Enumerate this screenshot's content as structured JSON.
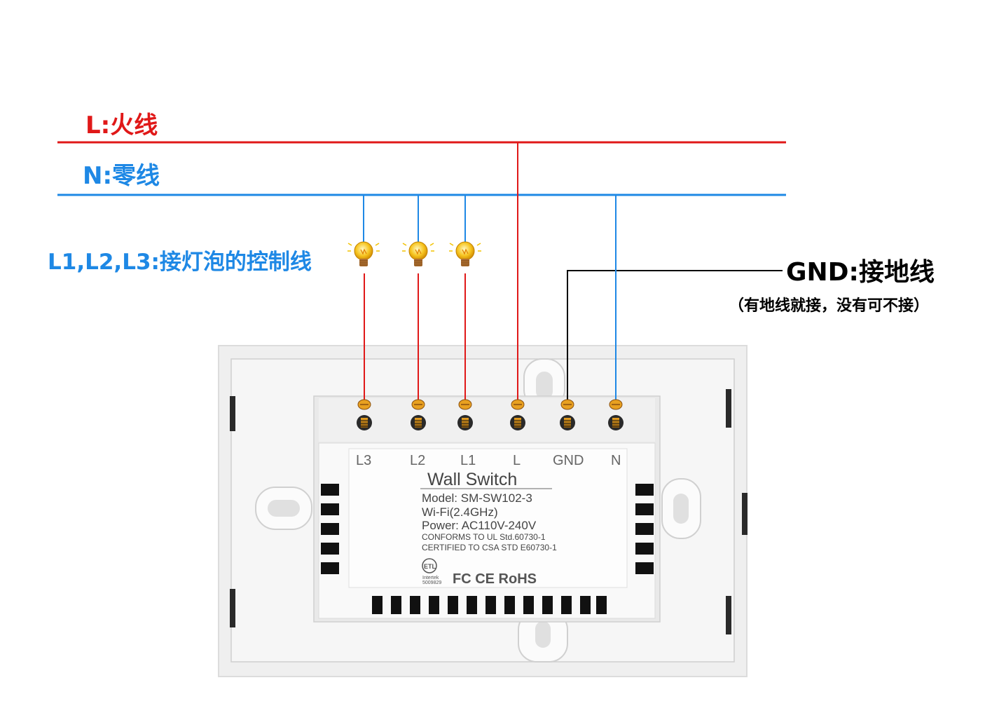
{
  "labels": {
    "live": "L:火线",
    "neutral": "N:零线",
    "control": "L1,L2,L3:接灯泡的控制线",
    "ground": "GND:接地线",
    "ground_note": "（有地线就接，没有可不接）"
  },
  "terminals": [
    "L3",
    "L2",
    "L1",
    "L",
    "GND",
    "N"
  ],
  "device": {
    "title": "Wall Switch",
    "model": "Model: SM-SW102-3",
    "wifi": "Wi-Fi(2.4GHz)",
    "power": "Power: AC110V-240V",
    "conforms": "CONFORMS TO UL Std.60730-1",
    "certified": "CERTIFIED TO CSA STD E60730-1",
    "intertek": "Intertek",
    "intertek_no": "5009829",
    "cert_marks": "FC CE RoHS"
  },
  "colors": {
    "live_wire": "#e01818",
    "neutral_wire": "#1e88e5",
    "ground_wire": "#000000"
  }
}
